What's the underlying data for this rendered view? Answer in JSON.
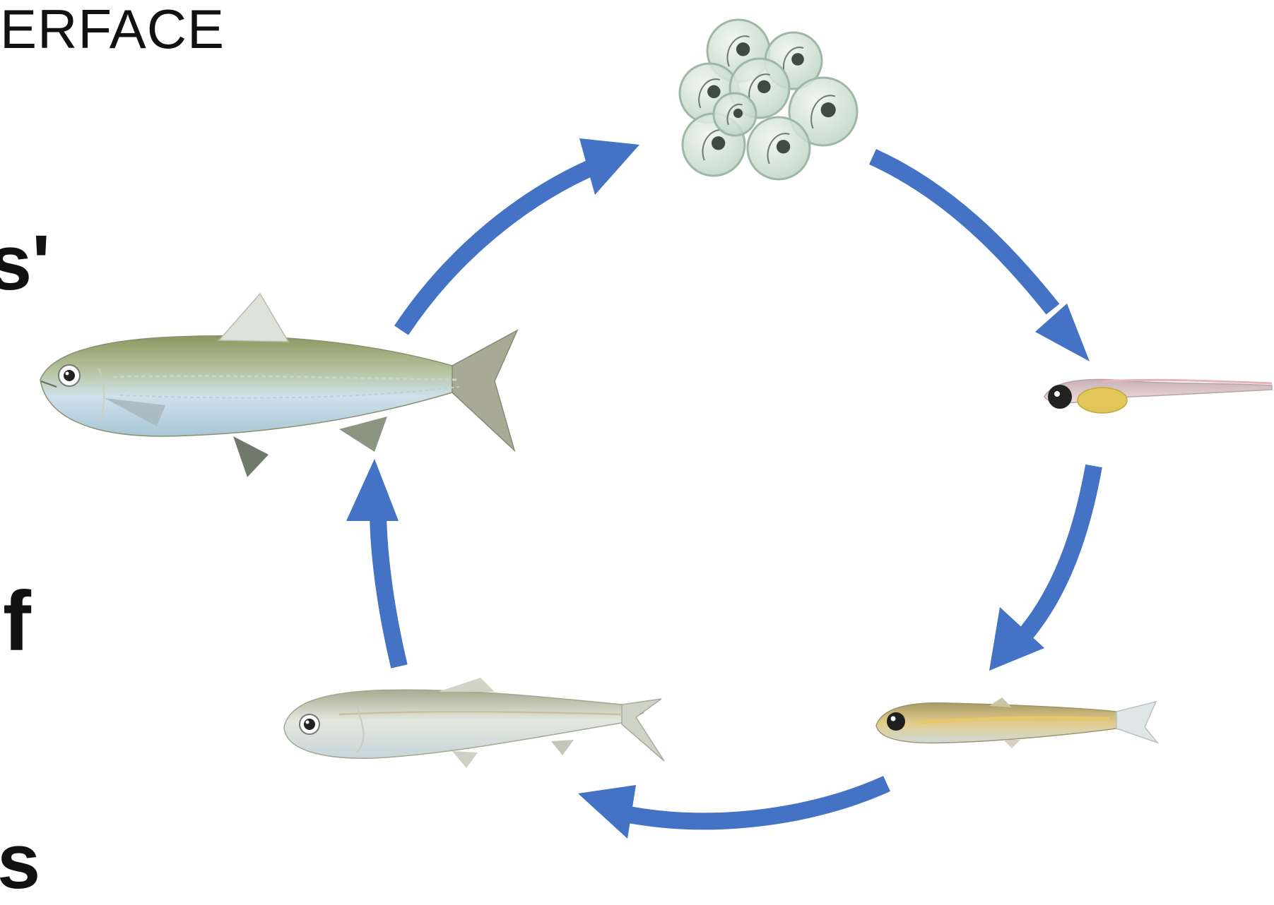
{
  "header_fragment": "ERFACE",
  "side_fragments": [
    "s'",
    "f",
    "s"
  ],
  "colors": {
    "arrow": "#4472C4",
    "egg_fill": "#d7e6dc",
    "egg_stroke": "#9fb7a6",
    "egg_embryo": "#3f4b45",
    "fish_back": "#8f9a5c",
    "fish_belly": "#d3e5ee",
    "fish_fin": "#9a9f8a",
    "larva_body": "#e6c9c4",
    "larva_yolk": "#e2c65a",
    "fry_body": "#d7bf7a"
  },
  "stages": [
    {
      "id": "eggs",
      "icon": "fish-eggs-cluster"
    },
    {
      "id": "larva",
      "icon": "yolk-sac-larva"
    },
    {
      "id": "fry",
      "icon": "fry-fish"
    },
    {
      "id": "juvenile",
      "icon": "juvenile-fish"
    },
    {
      "id": "adult",
      "icon": "adult-fish"
    }
  ],
  "cycle_direction": "clockwise"
}
